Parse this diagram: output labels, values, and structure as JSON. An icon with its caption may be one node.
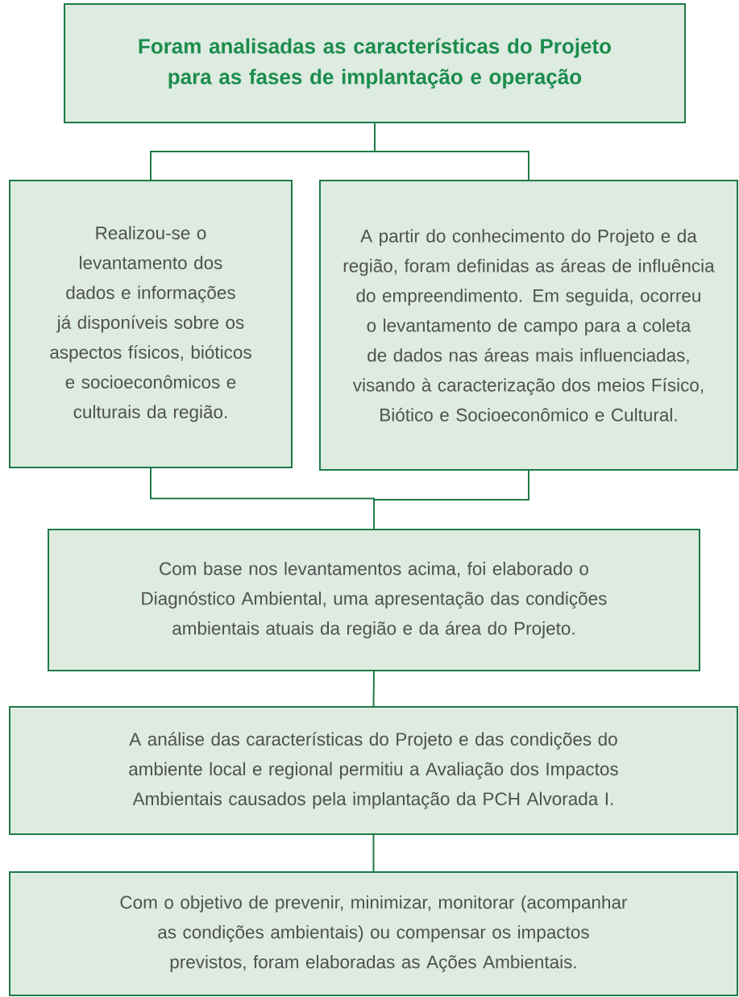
{
  "diagram": {
    "nodes": [
      {
        "text": [
          "Foram analisadas as características do Projeto para as fases de implantação e operação"
        ]
      },
      {
        "text": [
          "Realizou-se o levantamento dos dados e informações já disponíveis sobre os aspectos físicos, bióticos e socioeconômicos e culturais da região."
        ]
      },
      {
        "text": [
          "A partir do conhecimento do Projeto e da região, foram definidas as áreas de influência do empreendimento. Em seguida, ocorreu o levantamento de campo para a coleta de dados nas áreas mais influenciadas, visando à caracterização dos meios Físico, Biótico e Socioeconômico e Cultural."
        ]
      },
      {
        "text": [
          "Com base nos levantamentos acima, foi elaborado o Diagnóstico Ambiental, uma apresentação das condições ambientais atuais da região e da área do Projeto."
        ]
      },
      {
        "text": [
          "A análise das características do Projeto e das condições do ambiente local e regional permitiu a Avaliação dos Impactos Ambientais causados pela implantação da PCH Alvorada I."
        ]
      },
      {
        "text": [
          "Com o objetivo de prevenir, minimizar, monitorar (acompanhar as condições ambientais) ou compensar os impactos previstos, foram elaboradas as Ações Ambientais."
        ]
      }
    ],
    "edges": [
      {
        "from": 0,
        "to": 1,
        "arrow": "none"
      },
      {
        "from": 0,
        "to": 2,
        "arrow": "none"
      },
      {
        "from": 1,
        "to": 3,
        "arrow": "none"
      },
      {
        "from": 2,
        "to": 3,
        "arrow": "none"
      },
      {
        "from": 3,
        "to": 4,
        "arrow": "none"
      },
      {
        "from": 4,
        "to": 5,
        "arrow": "none"
      }
    ]
  }
}
